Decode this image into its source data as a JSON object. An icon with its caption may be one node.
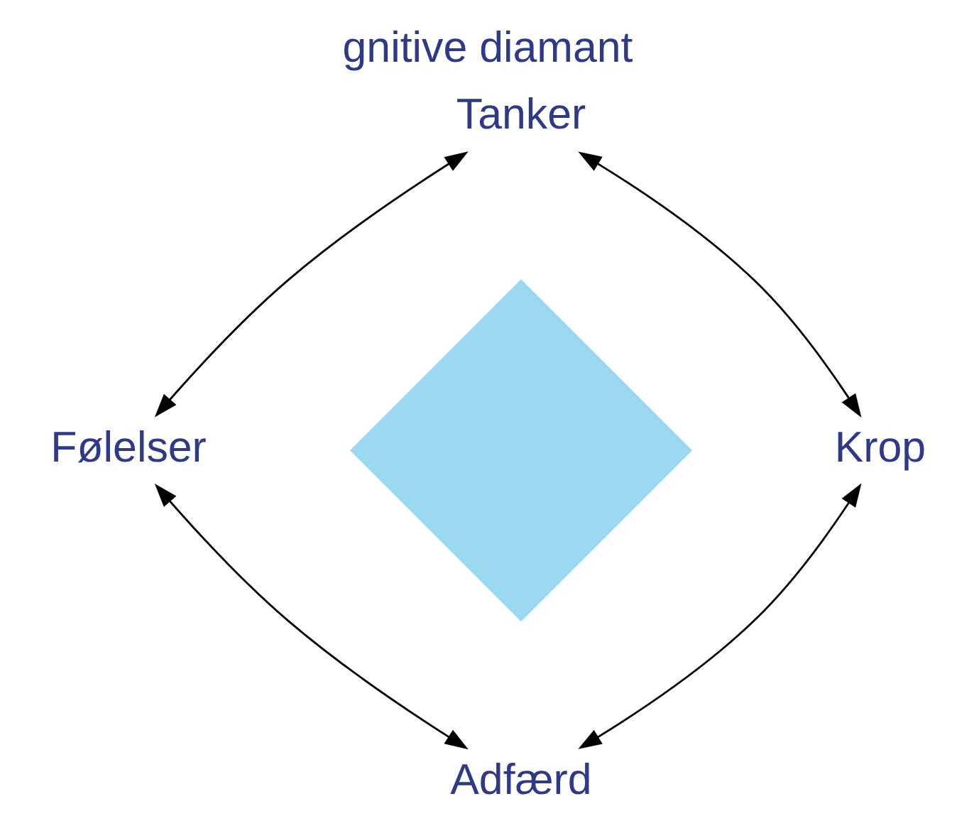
{
  "diagram": {
    "title": "gnitive diamant",
    "nodes": [
      {
        "text": [
          "Tanker"
        ]
      },
      {
        "text": [
          "Følelser"
        ]
      },
      {
        "text": [
          "Krop"
        ]
      },
      {
        "text": [
          "Adfærd"
        ]
      },
      {
        "text": [],
        "shape": "diamond"
      }
    ],
    "edges": [
      {
        "from": 0,
        "to": 2,
        "arrow": "both"
      },
      {
        "from": 2,
        "to": 3,
        "arrow": "both"
      },
      {
        "from": 3,
        "to": 1,
        "arrow": "both"
      },
      {
        "from": 1,
        "to": 0,
        "arrow": "both"
      }
    ]
  }
}
